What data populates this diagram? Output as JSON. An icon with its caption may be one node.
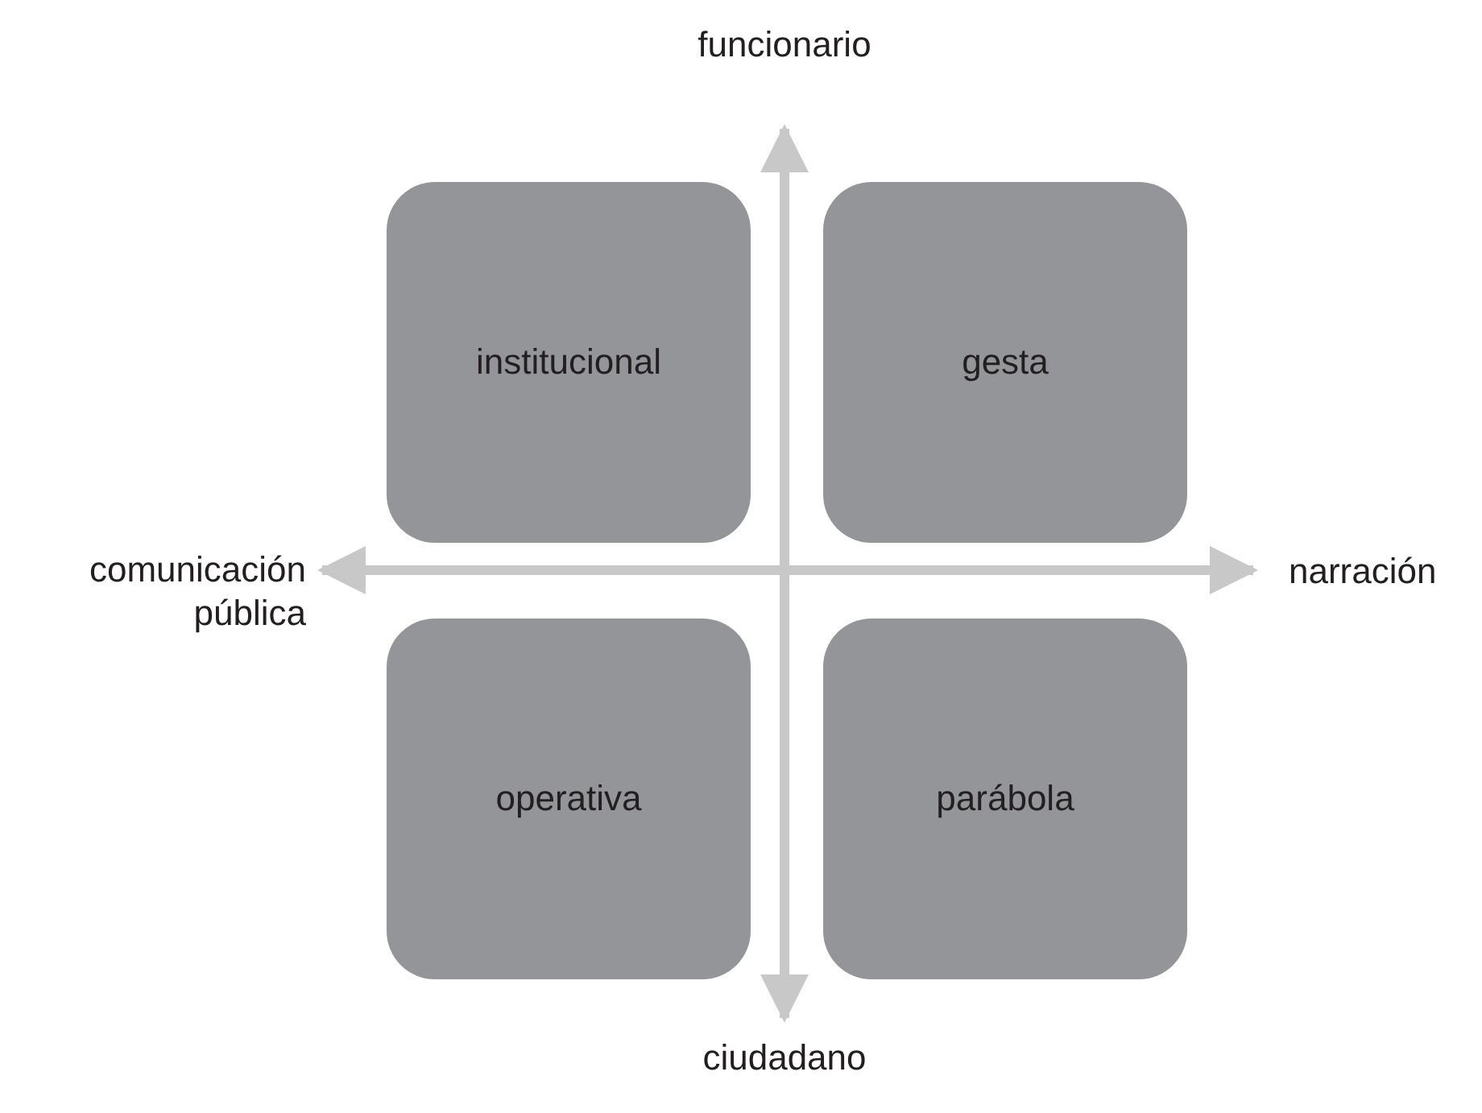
{
  "diagram": {
    "nodes": [
      {
        "text": [
          "institucional"
        ]
      },
      {
        "text": [
          "gesta"
        ]
      },
      {
        "text": [
          "operativa"
        ]
      },
      {
        "text": [
          "parábola"
        ]
      }
    ],
    "labels": [
      "funcionario",
      "comunicación pública",
      "narración",
      "ciudadano"
    ]
  }
}
